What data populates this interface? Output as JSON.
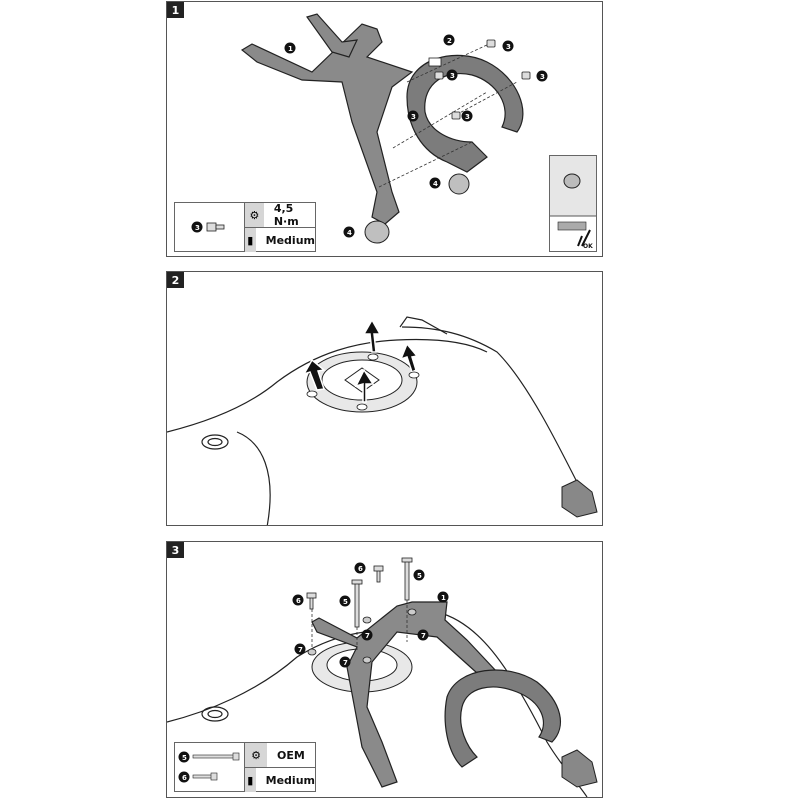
{
  "steps": [
    {
      "number": "1",
      "callouts": [
        "1",
        "2",
        "3",
        "3",
        "3",
        "3",
        "3",
        "4",
        "4"
      ],
      "spec": {
        "part": "3",
        "torque": "4,5 N·m",
        "loctite": "Medium"
      },
      "inset": {
        "ok_label": "OK"
      }
    },
    {
      "number": "2"
    },
    {
      "number": "3",
      "callouts": [
        "1",
        "5",
        "5",
        "6",
        "6",
        "7",
        "7",
        "7",
        "7"
      ],
      "spec": {
        "part_a": "5",
        "part_b": "6",
        "torque": "OEM",
        "loctite": "Medium"
      }
    }
  ],
  "icons": {
    "torque": "torque-wrench-icon",
    "loctite": "threadlocker-bottle-icon"
  }
}
